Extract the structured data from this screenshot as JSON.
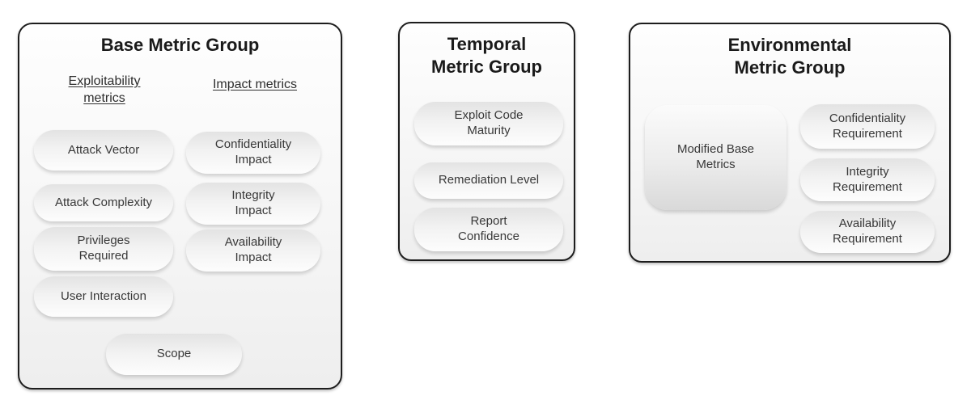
{
  "base": {
    "title": "Base Metric Group",
    "exploitability_heading": "Exploitability\nmetrics",
    "impact_heading": "Impact metrics",
    "pills": {
      "attack_vector": "Attack Vector",
      "attack_complexity": "Attack Complexity",
      "privileges_required": "Privileges\nRequired",
      "user_interaction": "User Interaction",
      "confidentiality_impact": "Confidentiality\nImpact",
      "integrity_impact": "Integrity\nImpact",
      "availability_impact": "Availability\nImpact",
      "scope": "Scope"
    }
  },
  "temporal": {
    "title": "Temporal\nMetric Group",
    "pills": {
      "exploit_code_maturity": "Exploit Code\nMaturity",
      "remediation_level": "Remediation Level",
      "report_confidence": "Report\nConfidence"
    }
  },
  "environmental": {
    "title": "Environmental\nMetric Group",
    "pills": {
      "modified_base_metrics": "Modified Base\nMetrics",
      "confidentiality_requirement": "Confidentiality\nRequirement",
      "integrity_requirement": "Integrity\nRequirement",
      "availability_requirement": "Availability\nRequirement"
    }
  },
  "colors": {
    "box_border": "#1d1d1d",
    "box_fill_top": "#fefefe",
    "box_fill_bottom": "#eeeeee",
    "pill_fill_top": "#e3e3e3",
    "pill_fill_bottom": "#fdfdfd",
    "title_text": "#1a1a1a",
    "pill_text": "#383838"
  }
}
